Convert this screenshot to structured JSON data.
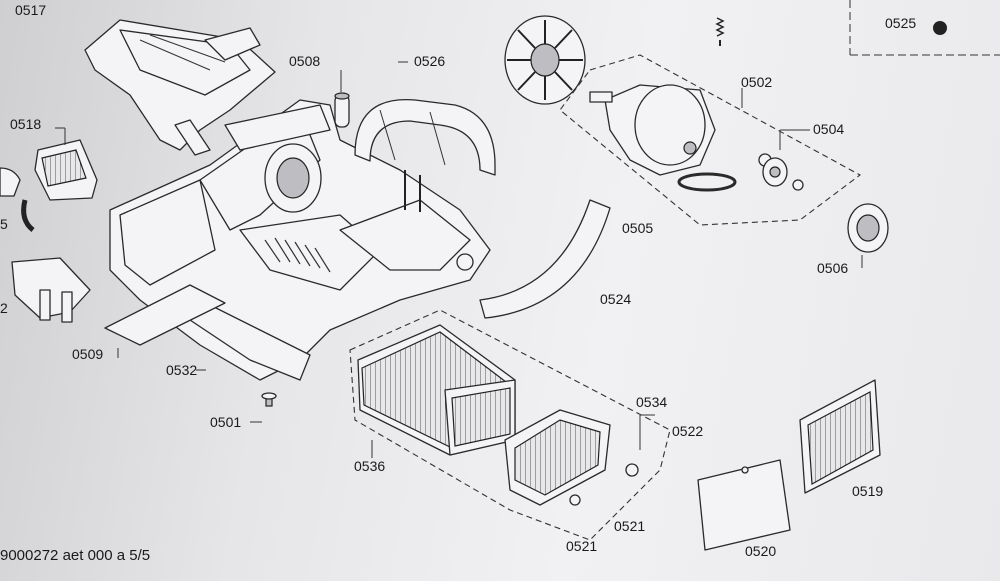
{
  "labels": {
    "p0517": "0517",
    "p0518": "0518",
    "p5": "5",
    "p2": "2",
    "p0508": "0508",
    "p0526": "0526",
    "p0502": "0502",
    "p0504": "0504",
    "p0505": "0505",
    "p0506": "0506",
    "p0524": "0524",
    "p0509": "0509",
    "p0532": "0532",
    "p0501": "0501",
    "p0536": "0536",
    "p0534": "0534",
    "p0522": "0522",
    "p0521a": "0521",
    "p0521b": "0521",
    "p0520": "0520",
    "p0519": "0519",
    "p0525": "0525"
  },
  "footer": "9000272 aet 000 a 5/5"
}
